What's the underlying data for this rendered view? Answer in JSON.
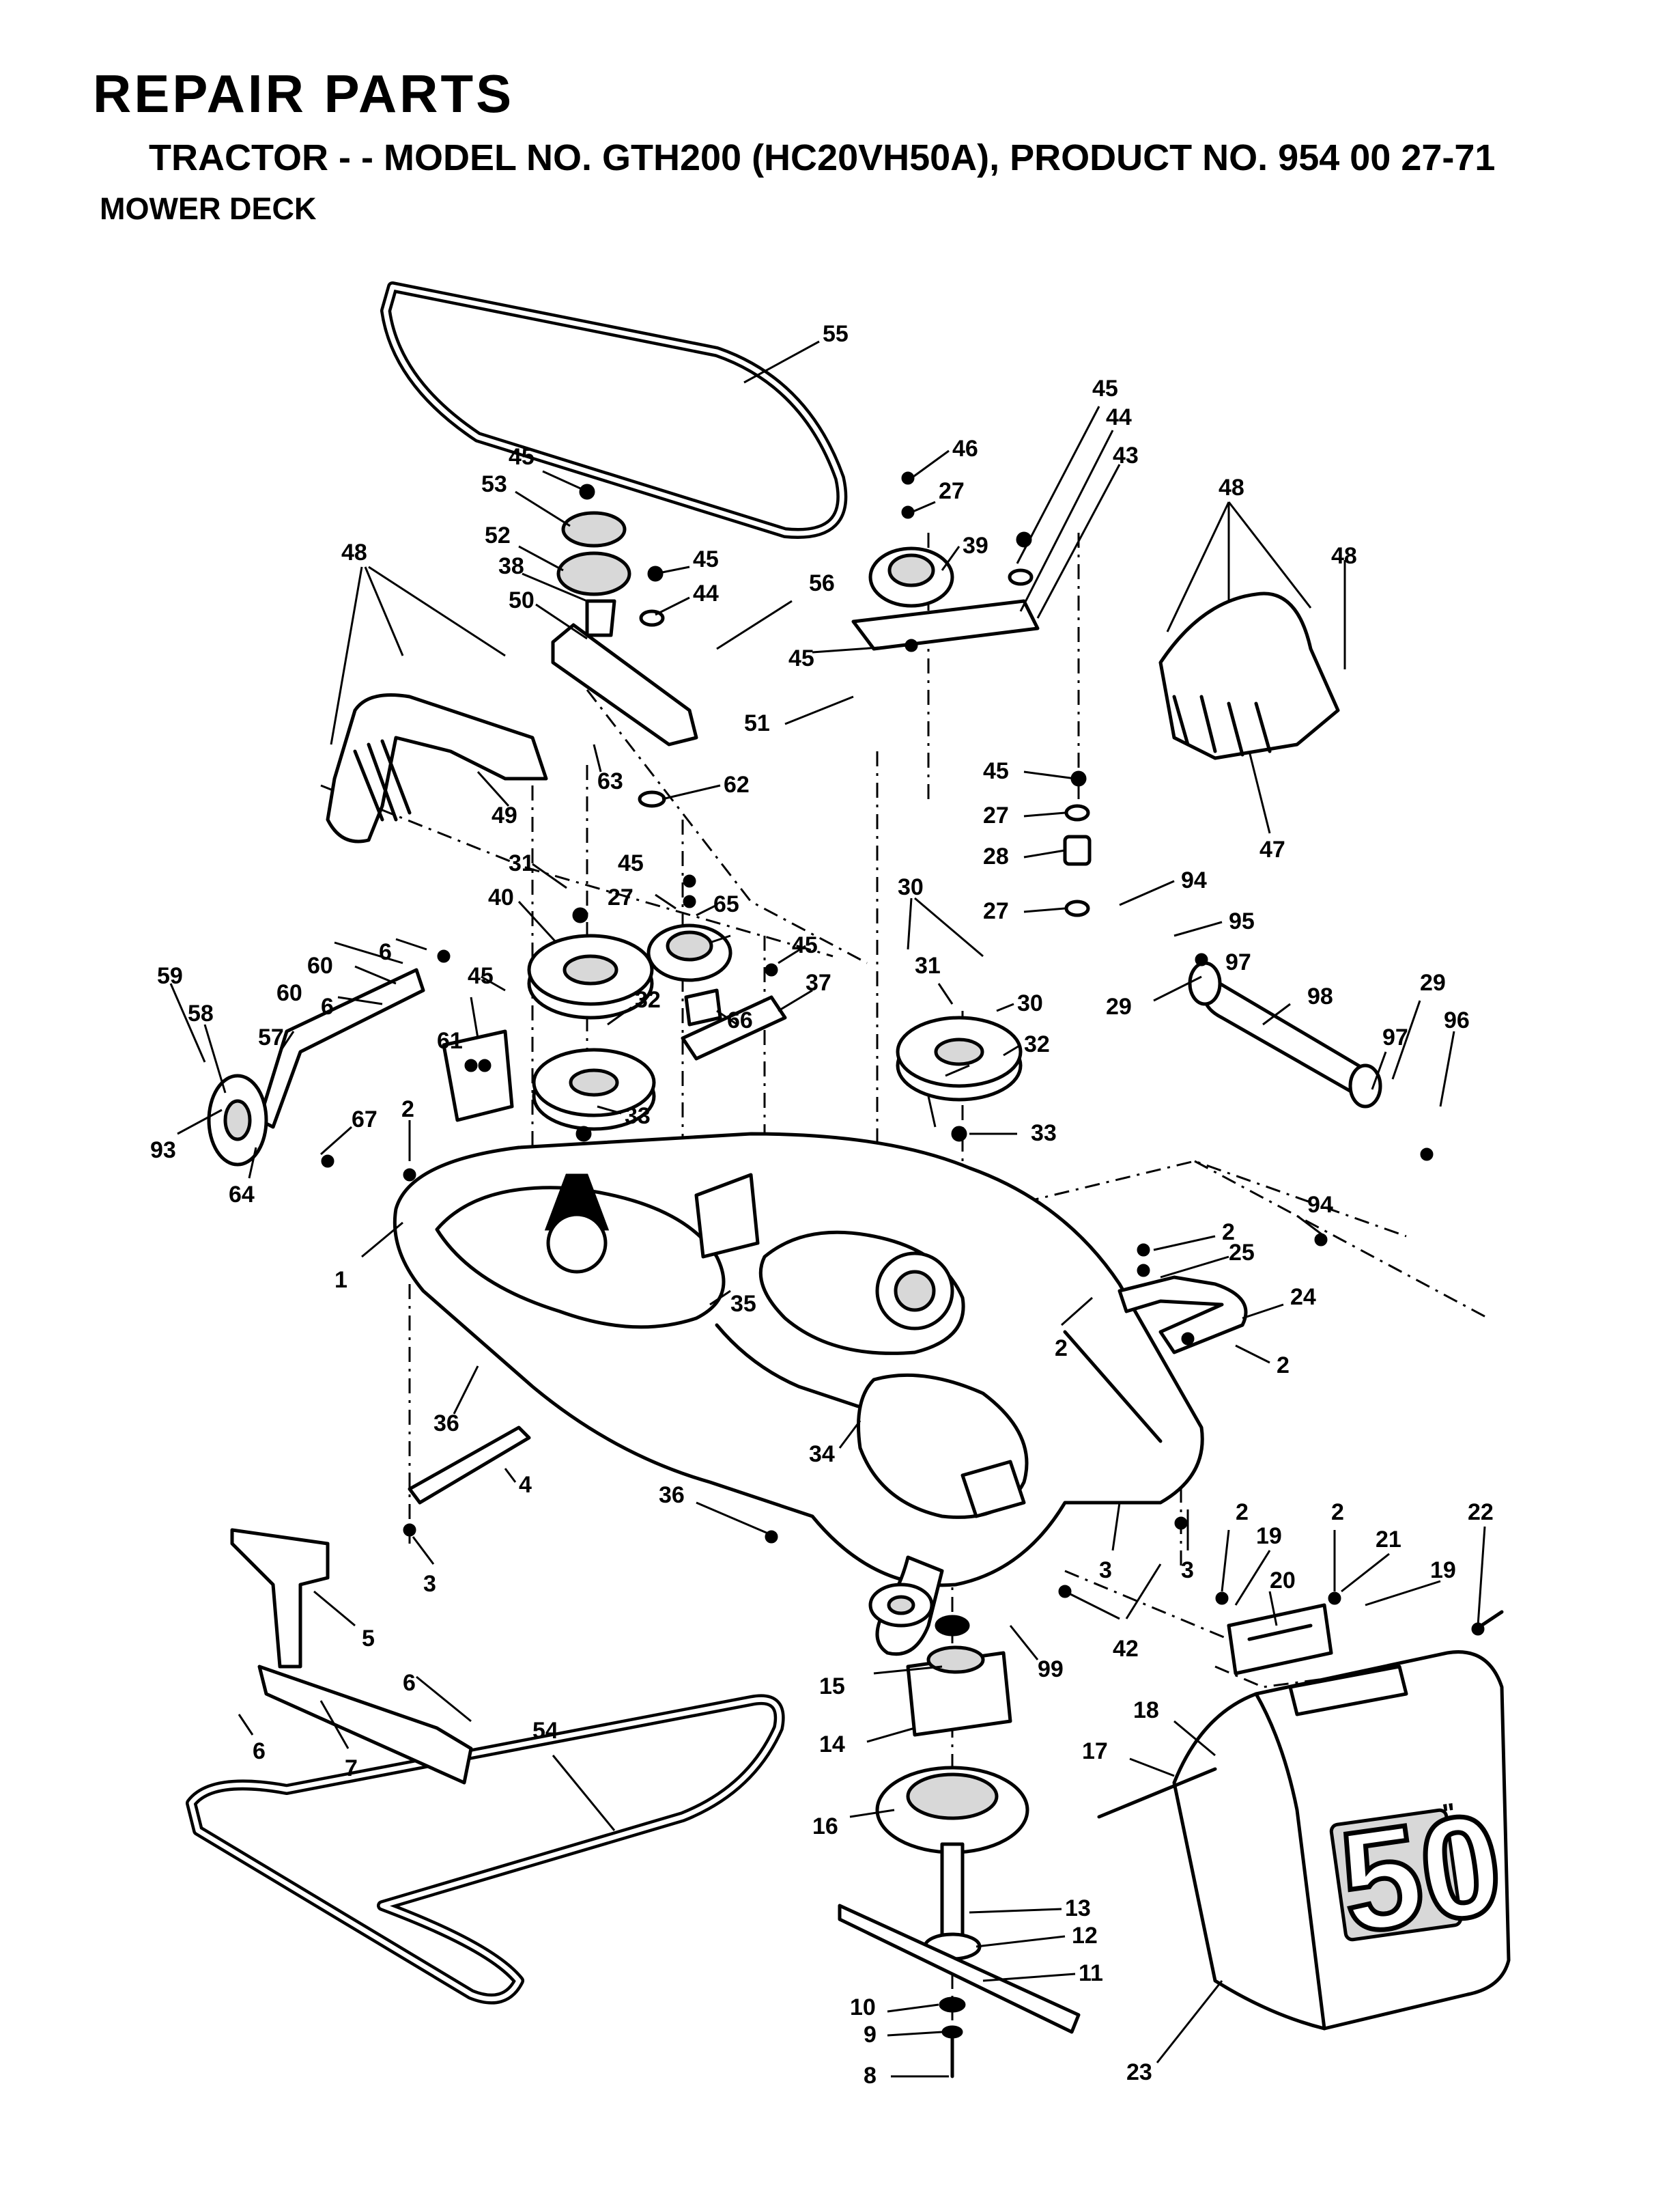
{
  "header": {
    "title": "REPAIR PARTS",
    "subtitle": "TRACTOR - - MODEL NO. GTH200 (HC20VH50A), PRODUCT NO. 954 00 27-71",
    "section": "MOWER DECK"
  },
  "decal": {
    "big": "50",
    "small": "\""
  },
  "callouts": [
    "55",
    "45",
    "44",
    "43",
    "46",
    "27",
    "39",
    "45",
    "53",
    "52",
    "38",
    "50",
    "45",
    "44",
    "56",
    "45",
    "51",
    "63",
    "62",
    "48",
    "48",
    "49",
    "48",
    "47",
    "45",
    "27",
    "28",
    "27",
    "94",
    "95",
    "97",
    "98",
    "29",
    "29",
    "97",
    "96",
    "31",
    "40",
    "45",
    "27",
    "65",
    "32",
    "66",
    "45",
    "37",
    "30",
    "31",
    "30",
    "32",
    "33",
    "33",
    "60",
    "6",
    "60",
    "6",
    "45",
    "61",
    "57",
    "59",
    "58",
    "67",
    "93",
    "64",
    "2",
    "1",
    "35",
    "94",
    "2",
    "25",
    "24",
    "2",
    "2",
    "36",
    "4",
    "34",
    "36",
    "3",
    "3",
    "3",
    "42",
    "99",
    "2",
    "19",
    "2",
    "21",
    "19",
    "22",
    "20",
    "5",
    "15",
    "14",
    "6",
    "6",
    "7",
    "54",
    "16",
    "18",
    "17",
    "13",
    "12",
    "11",
    "10",
    "9",
    "8",
    "23"
  ]
}
